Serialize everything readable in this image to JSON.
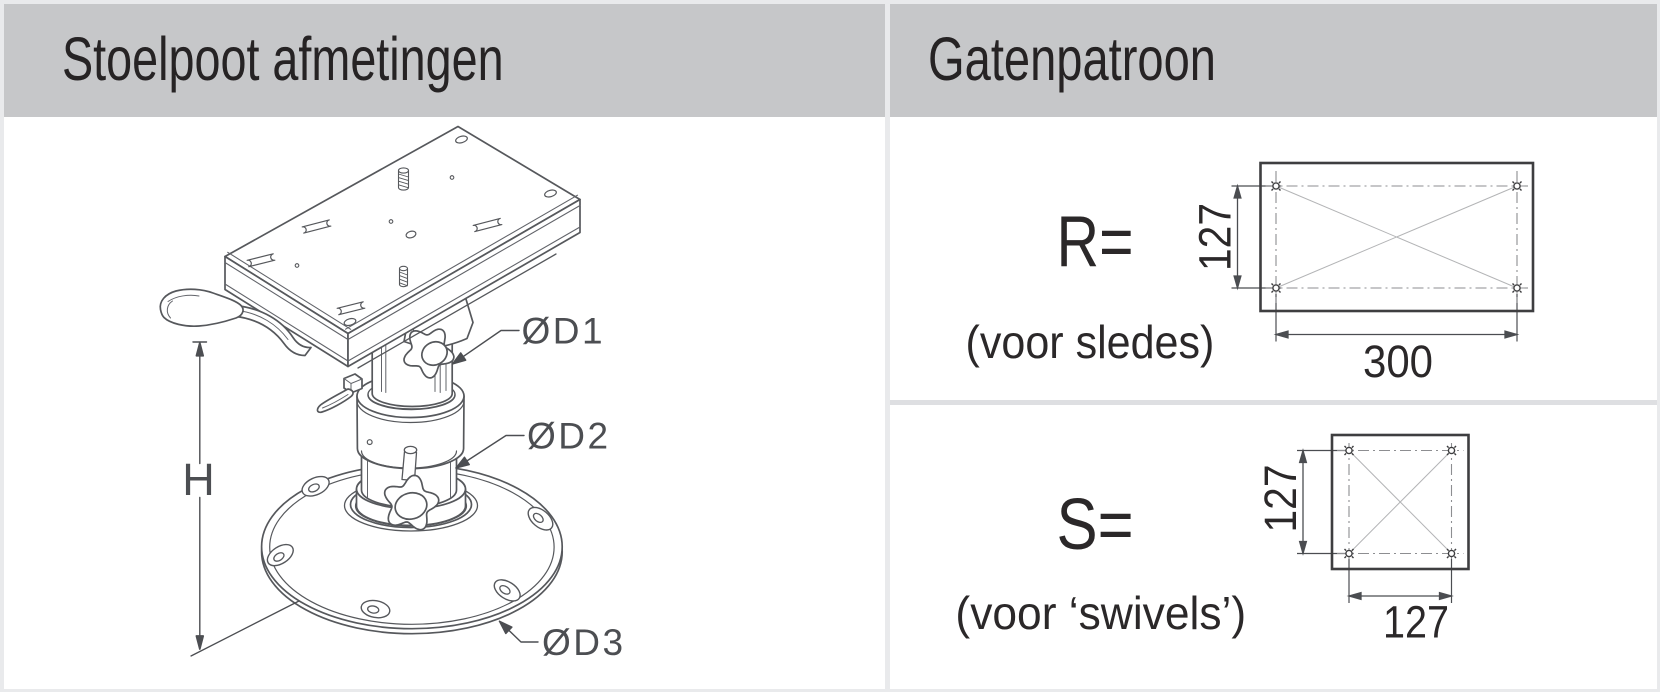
{
  "page": {
    "background": "#e9eaec",
    "panel_background": "#ffffff",
    "header_background": "#c6c7c9",
    "divider": "#dedfe2",
    "line_color": "#56585c",
    "text_color": "#2b2829"
  },
  "left_panel": {
    "title": "Stoelpoot afmetingen",
    "drawing": {
      "description": "isometric seat pedestal with slide plate, adjustable column and round base",
      "labels": {
        "d1": "ØD1",
        "d2": "ØD2",
        "d3": "ØD3",
        "height": "H"
      }
    }
  },
  "right_panel": {
    "title": "Gatenpatroon",
    "sections": [
      {
        "code": "R=",
        "note": "(voor sledes)",
        "pattern": {
          "shape": "rectangle",
          "width_mm": 300,
          "height_mm": 127,
          "width_label": "300",
          "height_label": "127",
          "holes": 4
        }
      },
      {
        "code": "S=",
        "note": "(voor ‘swivels’)",
        "pattern": {
          "shape": "square",
          "width_mm": 127,
          "height_mm": 127,
          "width_label": "127",
          "height_label": "127",
          "holes": 4
        }
      }
    ]
  }
}
